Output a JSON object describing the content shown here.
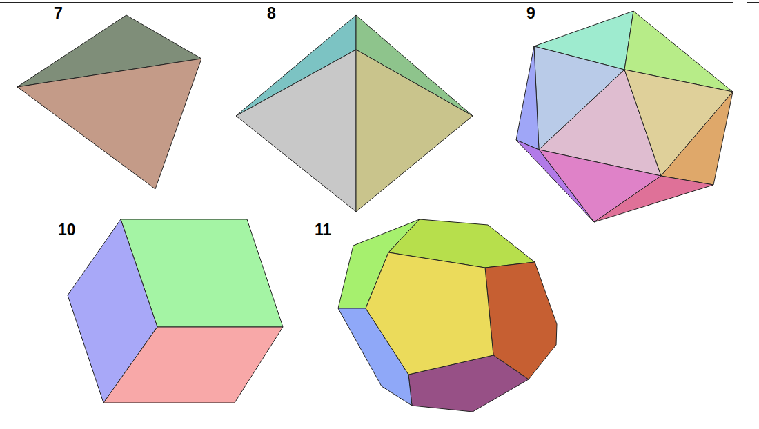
{
  "diagram": {
    "labels": [
      "7",
      "8",
      "9",
      "10",
      "11"
    ]
  }
}
